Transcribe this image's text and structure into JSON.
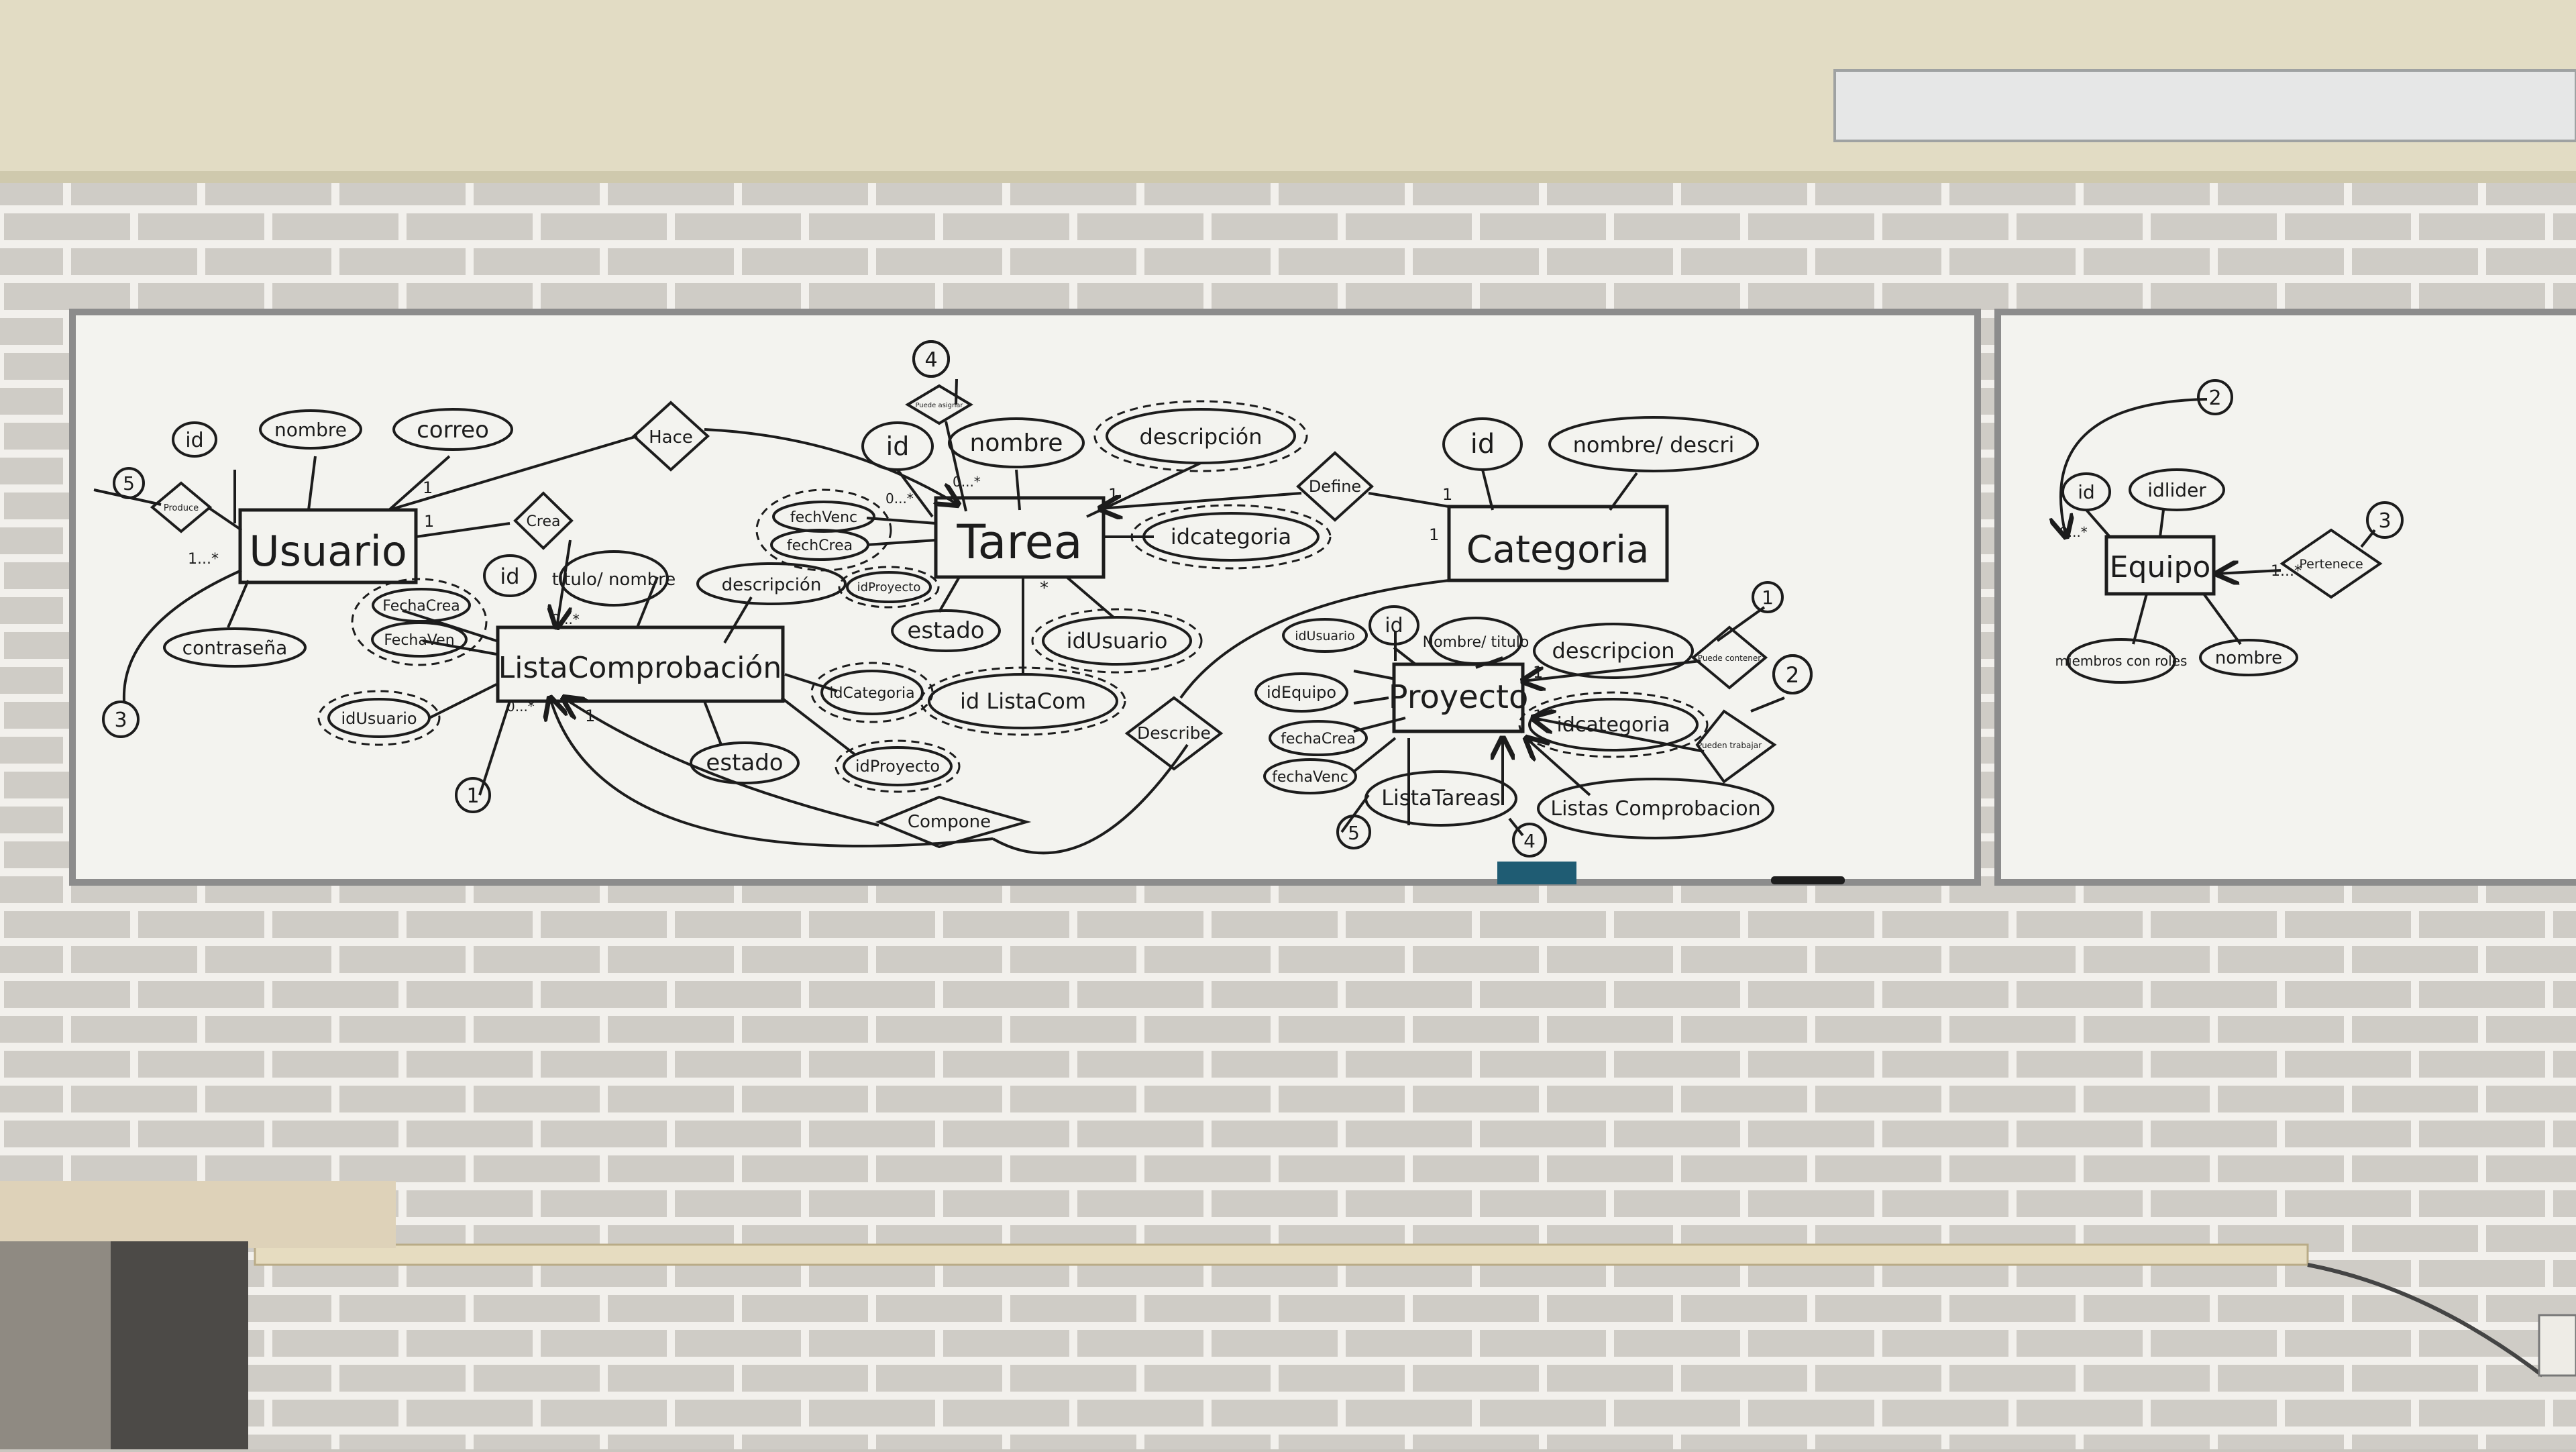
{
  "scene": {
    "wall_color": "#cfccc6",
    "mortar_color": "#f2f0ec",
    "beam_color": "#e2dcc4",
    "board_color": "#f3f3ef",
    "ink_color": "#1c1c1c"
  },
  "entities": {
    "usuario": "Usuario",
    "tarea": "Tarea",
    "categoria": "Categoria",
    "lista": "ListaComprobación",
    "proyecto": "Proyecto",
    "equipo": "Equipo"
  },
  "relations": {
    "hace": "Hace",
    "crea": "Crea",
    "define": "Define",
    "describe": "Describe",
    "compone": "Compone",
    "produce": "Produce",
    "puede_asignar": "Puede asignar",
    "puede_contener": "Puede contener",
    "pueden_trabajar": "Pueden trabajar",
    "pertenece": "Pertenece"
  },
  "attributes": {
    "usuario": [
      "id",
      "nombre",
      "correo",
      "contraseña"
    ],
    "tarea": [
      "id",
      "nombre",
      "descripción",
      "fechVenc",
      "fechCrea",
      "idcategoria",
      "estado",
      "idUsuario",
      "idProyecto",
      "id ListaCom"
    ],
    "categoria": [
      "id",
      "nombre/ descri"
    ],
    "lista": [
      "id",
      "titulo/ nombre",
      "descripción",
      "FechaCrea",
      "FechaVen",
      "idUsuario",
      "idCategoria",
      "estado",
      "idProyecto"
    ],
    "proyecto": [
      "id",
      "idUsuario",
      "Nombre/ titulo",
      "descripcion",
      "idEquipo",
      "fechaCrea",
      "fechaVenc",
      "idcategoria",
      "ListaTareas",
      "Listas Comprobacion"
    ],
    "equipo": [
      "id",
      "idlider",
      "miembros con roles",
      "nombre"
    ]
  },
  "cardinalities": [
    "1",
    "1",
    "1",
    "1",
    "1",
    "1",
    "1",
    "1",
    "1...*",
    "1...*",
    "0...*",
    "0...*",
    "0...*",
    "0...*",
    "0...*",
    "*"
  ],
  "markers": [
    "1",
    "2",
    "3",
    "4",
    "5",
    "1",
    "2",
    "2",
    "3",
    "4",
    "4",
    "5"
  ]
}
